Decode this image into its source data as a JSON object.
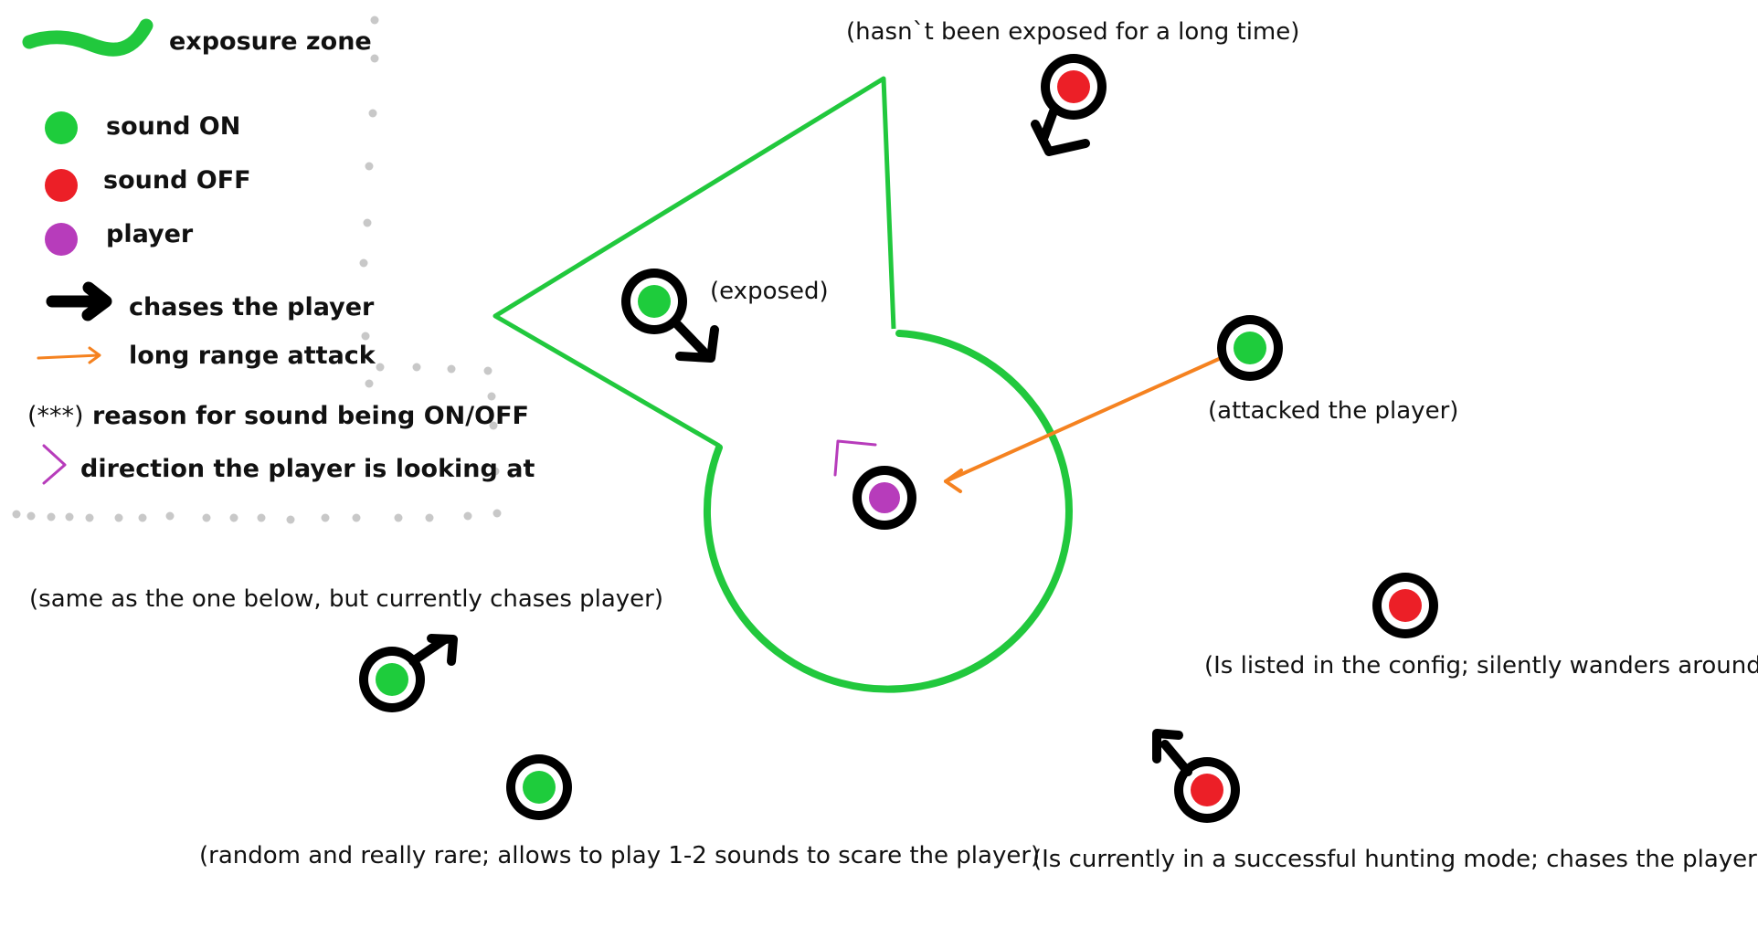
{
  "colors": {
    "sound_on": "#1ecc3c",
    "sound_off": "#ec1f27",
    "player": "#b73cbb",
    "exposure": "#21c83d",
    "chase_arrow": "#000000",
    "attack_arrow": "#f58220",
    "divider": "#c8c8c8"
  },
  "legend": {
    "exposure_zone": "exposure zone",
    "sound_on": "sound ON",
    "sound_off": "sound OFF",
    "player": "player",
    "chases": "chases the player",
    "long_range": "long range attack",
    "reason_marker": "(***)",
    "reason_text": " reason for sound being ON/OFF",
    "direction": "direction the player is looking at"
  },
  "entities": [
    {
      "id": "exposed",
      "state": "on",
      "note": "(exposed)"
    },
    {
      "id": "long-time",
      "state": "off",
      "note": "(hasn`t been exposed for a long time)"
    },
    {
      "id": "attacker",
      "state": "on",
      "note": "(attacked the player)"
    },
    {
      "id": "chasing-on",
      "state": "on",
      "note": "(same as the one below, but currently chases player)"
    },
    {
      "id": "random-rare",
      "state": "on",
      "note": "(random and really rare; allows to play 1-2 sounds to scare the player)"
    },
    {
      "id": "config-wander",
      "state": "off",
      "note": "(Is listed in the config; silently wanders around)"
    },
    {
      "id": "hunting",
      "state": "off",
      "note": "(Is currently in a successful hunting mode; chases the player)"
    }
  ]
}
